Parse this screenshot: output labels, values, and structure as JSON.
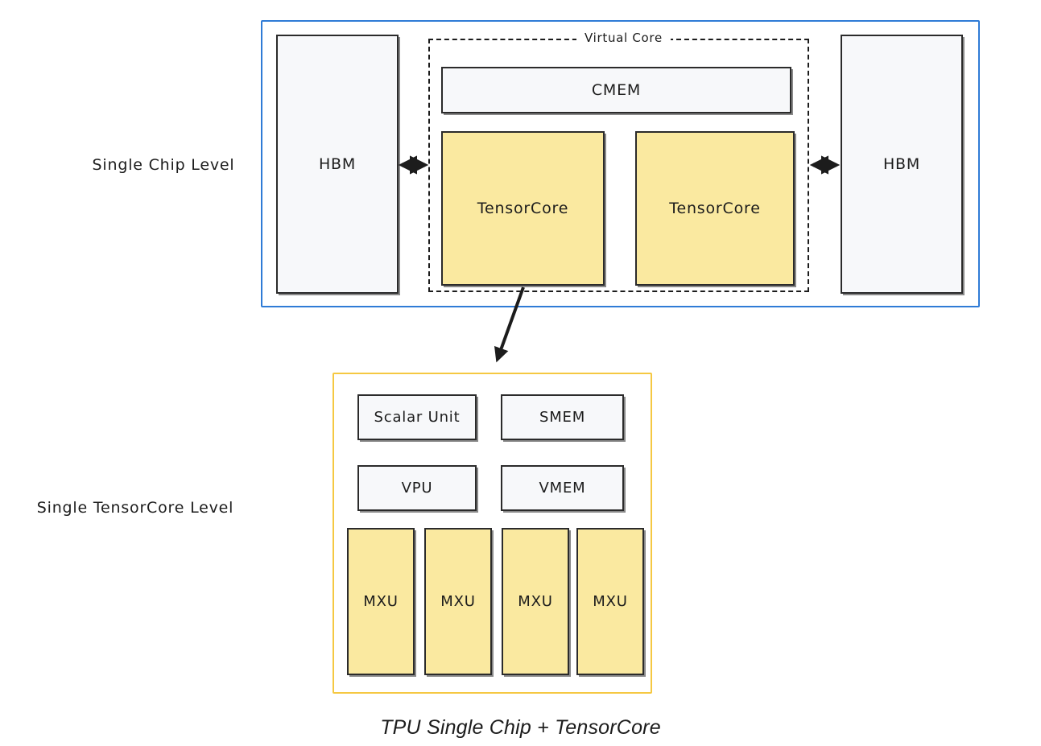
{
  "figure": {
    "caption": "TPU Single Chip + TensorCore",
    "colors": {
      "chip_frame": "#2f7bd6",
      "tensorcore_frame": "#f5c842",
      "compute_fill": "#fae9a0",
      "memory_fill": "#f7f8fa",
      "stroke": "#2b2b2b",
      "text": "#1c1c1c"
    }
  },
  "levels": [
    {
      "label": "Single Chip Level"
    },
    {
      "label": "Single TensorCore Level"
    }
  ],
  "chip_level": {
    "label": "Single Chip Level",
    "virtual_core": {
      "label": "Virtual Core",
      "cmem": {
        "label": "CMEM"
      },
      "tensorcores": [
        {
          "label": "TensorCore"
        },
        {
          "label": "TensorCore"
        }
      ]
    },
    "memories": [
      {
        "label": "HBM",
        "side": "left"
      },
      {
        "label": "HBM",
        "side": "right"
      }
    ],
    "links": [
      {
        "name": "hbm-left-to-virtual-core",
        "type": "bidirectional"
      },
      {
        "name": "hbm-right-to-virtual-core",
        "type": "bidirectional"
      }
    ]
  },
  "tensorcore_level": {
    "label": "Single TensorCore Level",
    "units": [
      {
        "label": "Scalar Unit",
        "kind": "compute-unit"
      },
      {
        "label": "SMEM",
        "kind": "memory"
      },
      {
        "label": "VPU",
        "kind": "compute-unit"
      },
      {
        "label": "VMEM",
        "kind": "memory"
      }
    ],
    "mxus": [
      {
        "label": "MXU"
      },
      {
        "label": "MXU"
      },
      {
        "label": "MXU"
      },
      {
        "label": "MXU"
      }
    ]
  },
  "zoom_connector": {
    "name": "tensorcore-zoom-arrow",
    "from": "TensorCore",
    "to": "Single TensorCore Level"
  }
}
